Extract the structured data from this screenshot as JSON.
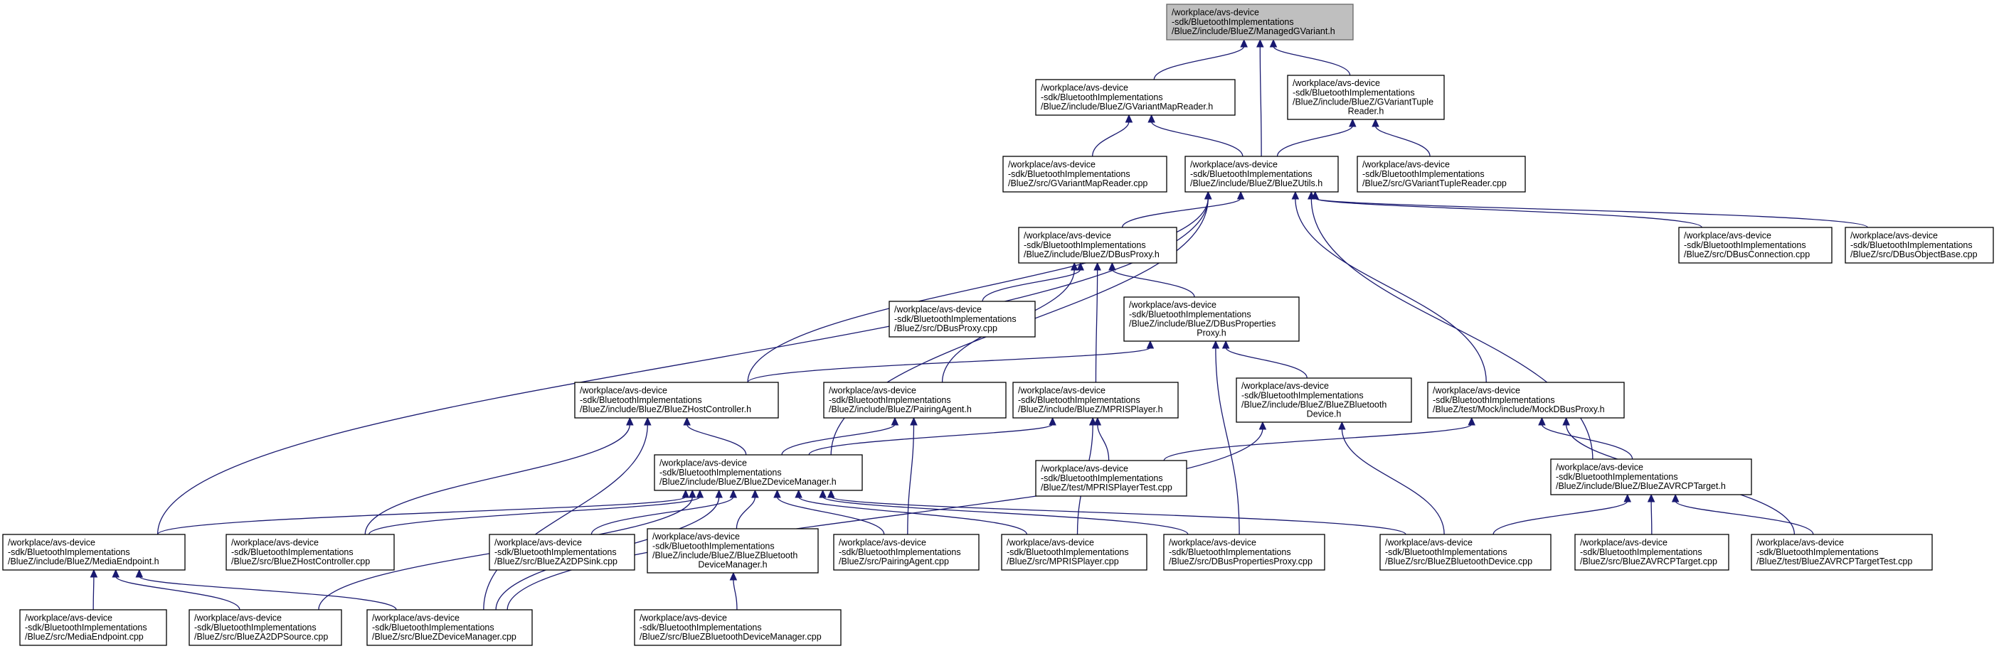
{
  "graph": {
    "nodes": [
      {
        "id": "managed_gvariant",
        "lines": [
          "/workplace/avs-device",
          "-sdk/BluetoothImplementations",
          "/BlueZ/include/BlueZ/ManagedGVariant.h"
        ],
        "highlight": true
      },
      {
        "id": "gvariant_map_reader_h",
        "lines": [
          "/workplace/avs-device",
          "-sdk/BluetoothImplementations",
          "/BlueZ/include/BlueZ/GVariantMapReader.h"
        ]
      },
      {
        "id": "gvariant_tuple_reader_h",
        "lines": [
          "/workplace/avs-device",
          "-sdk/BluetoothImplementations",
          "/BlueZ/include/BlueZ/GVariantTuple",
          "Reader.h"
        ]
      },
      {
        "id": "gvariant_map_reader_cpp",
        "lines": [
          "/workplace/avs-device",
          "-sdk/BluetoothImplementations",
          "/BlueZ/src/GVariantMapReader.cpp"
        ]
      },
      {
        "id": "bluez_utils_h",
        "lines": [
          "/workplace/avs-device",
          "-sdk/BluetoothImplementations",
          "/BlueZ/include/BlueZ/BlueZUtils.h"
        ]
      },
      {
        "id": "gvariant_tuple_reader_cpp",
        "lines": [
          "/workplace/avs-device",
          "-sdk/BluetoothImplementations",
          "/BlueZ/src/GVariantTupleReader.cpp"
        ]
      },
      {
        "id": "dbus_proxy_h",
        "lines": [
          "/workplace/avs-device",
          "-sdk/BluetoothImplementations",
          "/BlueZ/include/BlueZ/DBusProxy.h"
        ]
      },
      {
        "id": "dbus_connection_cpp",
        "lines": [
          "/workplace/avs-device",
          "-sdk/BluetoothImplementations",
          "/BlueZ/src/DBusConnection.cpp"
        ]
      },
      {
        "id": "dbus_object_base_cpp",
        "lines": [
          "/workplace/avs-device",
          "-sdk/BluetoothImplementations",
          "/BlueZ/src/DBusObjectBase.cpp"
        ]
      },
      {
        "id": "dbus_proxy_cpp",
        "lines": [
          "/workplace/avs-device",
          "-sdk/BluetoothImplementations",
          "/BlueZ/src/DBusProxy.cpp"
        ]
      },
      {
        "id": "dbus_properties_proxy_h",
        "lines": [
          "/workplace/avs-device",
          "-sdk/BluetoothImplementations",
          "/BlueZ/include/BlueZ/DBusProperties",
          "Proxy.h"
        ]
      },
      {
        "id": "bluez_host_controller_h",
        "lines": [
          "/workplace/avs-device",
          "-sdk/BluetoothImplementations",
          "/BlueZ/include/BlueZ/BlueZHostController.h"
        ]
      },
      {
        "id": "pairing_agent_h",
        "lines": [
          "/workplace/avs-device",
          "-sdk/BluetoothImplementations",
          "/BlueZ/include/BlueZ/PairingAgent.h"
        ]
      },
      {
        "id": "mpris_player_h",
        "lines": [
          "/workplace/avs-device",
          "-sdk/BluetoothImplementations",
          "/BlueZ/include/BlueZ/MPRISPlayer.h"
        ]
      },
      {
        "id": "bluez_bluetooth_device_h",
        "lines": [
          "/workplace/avs-device",
          "-sdk/BluetoothImplementations",
          "/BlueZ/include/BlueZ/BlueZBluetooth",
          "Device.h"
        ]
      },
      {
        "id": "mock_dbus_proxy_h",
        "lines": [
          "/workplace/avs-device",
          "-sdk/BluetoothImplementations",
          "/BlueZ/test/Mock/include/MockDBusProxy.h"
        ]
      },
      {
        "id": "bluez_device_manager_h",
        "lines": [
          "/workplace/avs-device",
          "-sdk/BluetoothImplementations",
          "/BlueZ/include/BlueZ/BlueZDeviceManager.h"
        ]
      },
      {
        "id": "mpris_player_test_cpp",
        "lines": [
          "/workplace/avs-device",
          "-sdk/BluetoothImplementations",
          "/BlueZ/test/MPRISPlayerTest.cpp"
        ]
      },
      {
        "id": "bluez_avrcp_target_h",
        "lines": [
          "/workplace/avs-device",
          "-sdk/BluetoothImplementations",
          "/BlueZ/include/BlueZ/BlueZAVRCPTarget.h"
        ]
      },
      {
        "id": "media_endpoint_h",
        "lines": [
          "/workplace/avs-device",
          "-sdk/BluetoothImplementations",
          "/BlueZ/include/BlueZ/MediaEndpoint.h"
        ]
      },
      {
        "id": "bluez_host_controller_cpp",
        "lines": [
          "/workplace/avs-device",
          "-sdk/BluetoothImplementations",
          "/BlueZ/src/BlueZHostController.cpp"
        ]
      },
      {
        "id": "bluez_a2dp_sink_cpp",
        "lines": [
          "/workplace/avs-device",
          "-sdk/BluetoothImplementations",
          "/BlueZ/src/BlueZA2DPSink.cpp"
        ]
      },
      {
        "id": "bluez_bluetooth_device_manager_h",
        "lines": [
          "/workplace/avs-device",
          "-sdk/BluetoothImplementations",
          "/BlueZ/include/BlueZ/BlueZBluetooth",
          "DeviceManager.h"
        ]
      },
      {
        "id": "pairing_agent_cpp",
        "lines": [
          "/workplace/avs-device",
          "-sdk/BluetoothImplementations",
          "/BlueZ/src/PairingAgent.cpp"
        ]
      },
      {
        "id": "mpris_player_cpp",
        "lines": [
          "/workplace/avs-device",
          "-sdk/BluetoothImplementations",
          "/BlueZ/src/MPRISPlayer.cpp"
        ]
      },
      {
        "id": "dbus_properties_proxy_cpp",
        "lines": [
          "/workplace/avs-device",
          "-sdk/BluetoothImplementations",
          "/BlueZ/src/DBusPropertiesProxy.cpp"
        ]
      },
      {
        "id": "bluez_bluetooth_device_cpp",
        "lines": [
          "/workplace/avs-device",
          "-sdk/BluetoothImplementations",
          "/BlueZ/src/BlueZBluetoothDevice.cpp"
        ]
      },
      {
        "id": "bluez_avrcp_target_cpp",
        "lines": [
          "/workplace/avs-device",
          "-sdk/BluetoothImplementations",
          "/BlueZ/src/BlueZAVRCPTarget.cpp"
        ]
      },
      {
        "id": "bluez_avrcp_target_test_cpp",
        "lines": [
          "/workplace/avs-device",
          "-sdk/BluetoothImplementations",
          "/BlueZ/test/BlueZAVRCPTargetTest.cpp"
        ]
      },
      {
        "id": "media_endpoint_cpp",
        "lines": [
          "/workplace/avs-device",
          "-sdk/BluetoothImplementations",
          "/BlueZ/src/MediaEndpoint.cpp"
        ]
      },
      {
        "id": "bluez_a2dp_source_cpp",
        "lines": [
          "/workplace/avs-device",
          "-sdk/BluetoothImplementations",
          "/BlueZ/src/BlueZA2DPSource.cpp"
        ]
      },
      {
        "id": "bluez_device_manager_cpp",
        "lines": [
          "/workplace/avs-device",
          "-sdk/BluetoothImplementations",
          "/BlueZ/src/BlueZDeviceManager.cpp"
        ]
      },
      {
        "id": "bluez_bluetooth_device_manager_cpp",
        "lines": [
          "/workplace/avs-device",
          "-sdk/BluetoothImplementations",
          "/BlueZ/src/BlueZBluetoothDeviceManager.cpp"
        ]
      }
    ],
    "edges": [
      {
        "from": "gvariant_map_reader_h",
        "to": "managed_gvariant"
      },
      {
        "from": "bluez_utils_h",
        "to": "managed_gvariant"
      },
      {
        "from": "gvariant_tuple_reader_h",
        "to": "managed_gvariant"
      },
      {
        "from": "gvariant_map_reader_cpp",
        "to": "gvariant_map_reader_h"
      },
      {
        "from": "bluez_utils_h",
        "to": "gvariant_map_reader_h"
      },
      {
        "from": "bluez_utils_h",
        "to": "gvariant_tuple_reader_h"
      },
      {
        "from": "gvariant_tuple_reader_cpp",
        "to": "gvariant_tuple_reader_h"
      },
      {
        "from": "dbus_proxy_h",
        "to": "bluez_utils_h"
      },
      {
        "from": "dbus_connection_cpp",
        "to": "bluez_utils_h"
      },
      {
        "from": "dbus_object_base_cpp",
        "to": "bluez_utils_h"
      },
      {
        "from": "bluez_host_controller_h",
        "to": "bluez_utils_h"
      },
      {
        "from": "bluez_device_manager_h",
        "to": "bluez_utils_h"
      },
      {
        "from": "media_endpoint_h",
        "to": "bluez_utils_h"
      },
      {
        "from": "mock_dbus_proxy_h",
        "to": "bluez_utils_h"
      },
      {
        "from": "bluez_avrcp_target_h",
        "to": "bluez_utils_h"
      },
      {
        "from": "dbus_proxy_cpp",
        "to": "dbus_proxy_h"
      },
      {
        "from": "dbus_properties_proxy_h",
        "to": "dbus_proxy_h"
      },
      {
        "from": "mpris_player_h",
        "to": "dbus_proxy_h"
      },
      {
        "from": "pairing_agent_h",
        "to": "dbus_proxy_h"
      },
      {
        "from": "bluez_host_controller_h",
        "to": "dbus_properties_proxy_h"
      },
      {
        "from": "bluez_bluetooth_device_h",
        "to": "dbus_properties_proxy_h"
      },
      {
        "from": "dbus_properties_proxy_cpp",
        "to": "dbus_properties_proxy_h"
      },
      {
        "from": "bluez_device_manager_h",
        "to": "bluez_host_controller_h"
      },
      {
        "from": "bluez_host_controller_cpp",
        "to": "bluez_host_controller_h"
      },
      {
        "from": "bluez_device_manager_cpp",
        "to": "bluez_host_controller_h"
      },
      {
        "from": "bluez_device_manager_h",
        "to": "pairing_agent_h"
      },
      {
        "from": "pairing_agent_cpp",
        "to": "pairing_agent_h"
      },
      {
        "from": "bluez_device_manager_h",
        "to": "mpris_player_h"
      },
      {
        "from": "mpris_player_test_cpp",
        "to": "mpris_player_h"
      },
      {
        "from": "mpris_player_cpp",
        "to": "mpris_player_h"
      },
      {
        "from": "bluez_bluetooth_device_cpp",
        "to": "bluez_bluetooth_device_h"
      },
      {
        "from": "bluez_device_manager_cpp",
        "to": "bluez_bluetooth_device_h"
      },
      {
        "from": "mpris_player_test_cpp",
        "to": "mock_dbus_proxy_h"
      },
      {
        "from": "bluez_avrcp_target_h",
        "to": "mock_dbus_proxy_h"
      },
      {
        "from": "bluez_avrcp_target_test_cpp",
        "to": "mock_dbus_proxy_h"
      },
      {
        "from": "media_endpoint_h",
        "to": "bluez_device_manager_h"
      },
      {
        "from": "bluez_host_controller_cpp",
        "to": "bluez_device_manager_h"
      },
      {
        "from": "bluez_a2dp_sink_cpp",
        "to": "bluez_device_manager_h"
      },
      {
        "from": "bluez_bluetooth_device_manager_h",
        "to": "bluez_device_manager_h"
      },
      {
        "from": "pairing_agent_cpp",
        "to": "bluez_device_manager_h"
      },
      {
        "from": "mpris_player_cpp",
        "to": "bluez_device_manager_h"
      },
      {
        "from": "dbus_properties_proxy_cpp",
        "to": "bluez_device_manager_h"
      },
      {
        "from": "bluez_bluetooth_device_cpp",
        "to": "bluez_device_manager_h"
      },
      {
        "from": "bluez_a2dp_source_cpp",
        "to": "bluez_device_manager_h"
      },
      {
        "from": "bluez_device_manager_cpp",
        "to": "bluez_device_manager_h"
      },
      {
        "from": "bluez_bluetooth_device_cpp",
        "to": "bluez_avrcp_target_h"
      },
      {
        "from": "bluez_avrcp_target_cpp",
        "to": "bluez_avrcp_target_h"
      },
      {
        "from": "bluez_avrcp_target_test_cpp",
        "to": "bluez_avrcp_target_h"
      },
      {
        "from": "media_endpoint_cpp",
        "to": "media_endpoint_h"
      },
      {
        "from": "bluez_a2dp_source_cpp",
        "to": "media_endpoint_h"
      },
      {
        "from": "bluez_device_manager_cpp",
        "to": "media_endpoint_h"
      },
      {
        "from": "bluez_bluetooth_device_manager_cpp",
        "to": "bluez_bluetooth_device_manager_h"
      }
    ]
  }
}
